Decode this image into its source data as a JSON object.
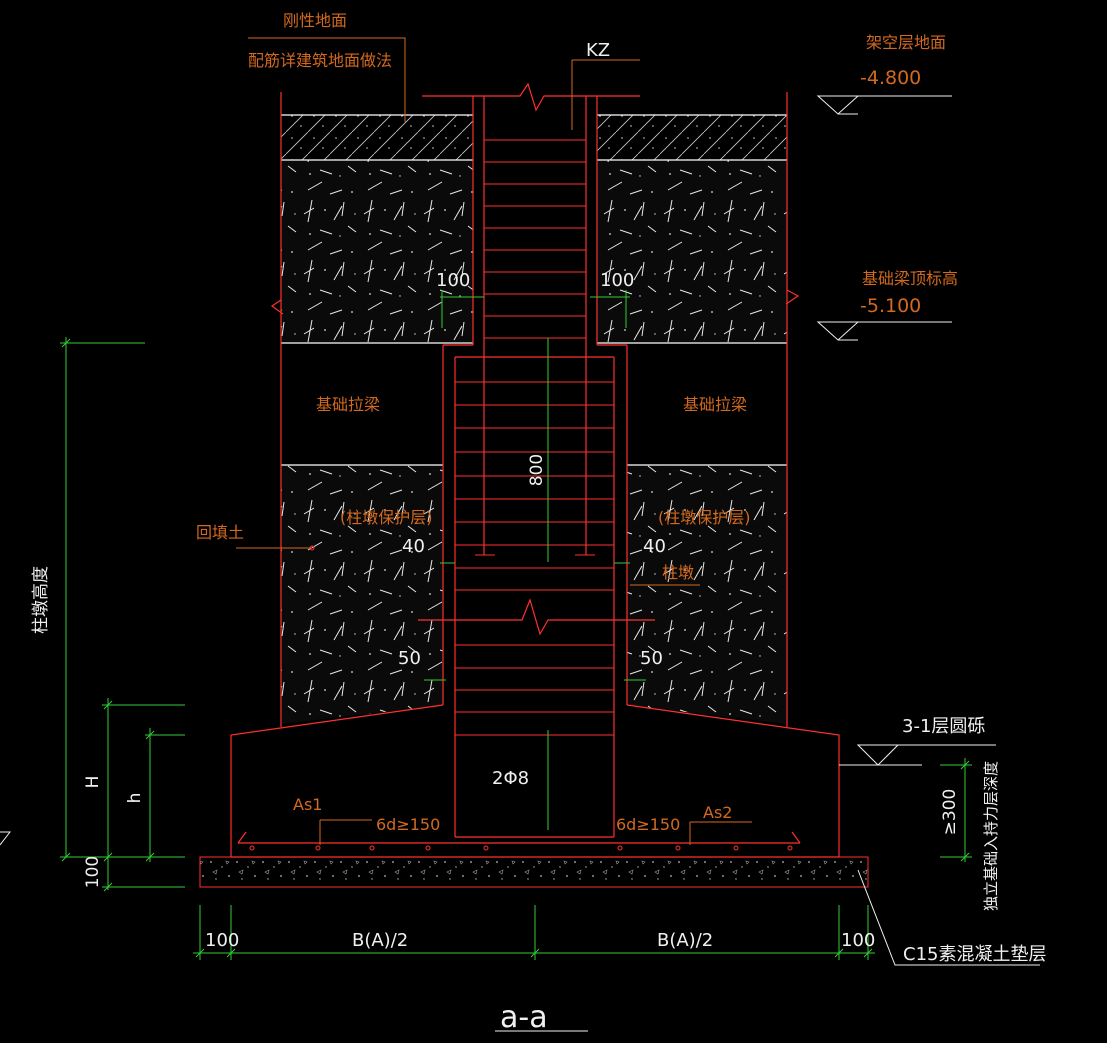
{
  "drawing": {
    "rigid_floor_line1": "刚性地面",
    "rigid_floor_line2": "配筋详建筑地面做法",
    "column_tag": "KZ",
    "overhead_floor_label": "架空层地面",
    "overhead_floor_elev": "-4.800",
    "beam_top_label": "基础梁顶标高",
    "beam_top_elev": "-5.100",
    "tie_beam_left": "基础拉梁",
    "tie_beam_right": "基础拉梁",
    "pier_cover_left": "(柱墩保护层)",
    "pier_cover_right": "(柱墩保护层)",
    "backfill": "回填土",
    "pier": "柱墩",
    "pier_height": "柱墩高度",
    "dim_100_left": "100",
    "dim_100_right": "100",
    "dim_800": "800",
    "dim_40_left": "40",
    "dim_40_right": "40",
    "dim_50_left": "50",
    "dim_50_right": "50",
    "dim_H": "H",
    "dim_h": "h",
    "dim_100_pad": "100",
    "rebar_2phi8": "2Φ8",
    "as1": "As1",
    "as2": "As2",
    "anchor_left": "6d≥150",
    "anchor_right": "6d≥150",
    "stratum": "3-1层圆砾",
    "dim_300": "≥300",
    "bearing_note": "独立基础入持力层深度",
    "bottom_100_left": "100",
    "bottom_b_left": "B(A)/2",
    "bottom_b_right": "B(A)/2",
    "bottom_100_right": "100",
    "c15_pad": "C15素混凝土垫层",
    "section_title": "a-a"
  },
  "colors": {
    "background": "#000000",
    "outline": "#ff3030",
    "dimension": "#33cc33",
    "label": "#d2691e",
    "text": "#f0f0f0",
    "hatch": "#ffffff"
  }
}
